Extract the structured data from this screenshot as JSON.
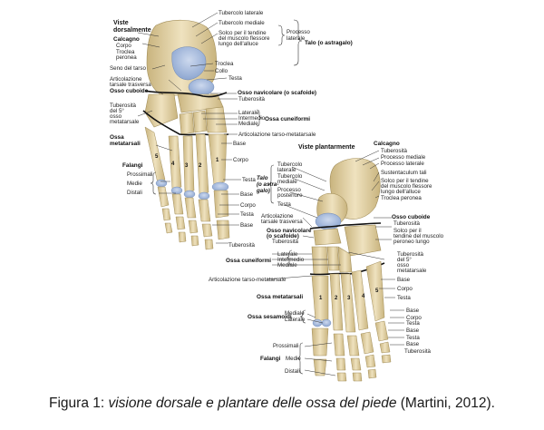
{
  "dorsal": {
    "title_1": "Viste",
    "title_2": "dorsalmente",
    "calcagno": "Calcagno",
    "calcagno_corpo": "Corpo",
    "calcagno_troclea": "Troclea",
    "calcagno_peronea": "peronea",
    "tubercolo_laterale": "Tubercolo laterale",
    "tubercolo_mediale": "Tubercolo mediale",
    "solco_1": "Solco per il tendine",
    "solco_2": "del muscolo flessore",
    "solco_3": "lungo dell'alluce",
    "processo_1": "Processo",
    "processo_2": "laterale",
    "talo": "Talo (o astragalo)",
    "seno_tarso": "Seno del tarso",
    "troclea": "Troclea",
    "collo": "Collo",
    "testa": "Testa",
    "art_trasversa_1": "Articolazione",
    "art_trasversa_2": "tarsale trasversa",
    "cuboide": "Osso cuboide",
    "navicolare": "Osso navicolare (o scafoide)",
    "tuberosita": "Tuberosità",
    "tub5_1": "Tuberosità",
    "tub5_2": "del 5°",
    "tub5_3": "osso",
    "tub5_4": "metatarsale",
    "laterale": "Laterale",
    "intermedio": "Intermedio",
    "mediale": "Mediale",
    "cuneiformi": "Ossa cuneiformi",
    "art_tm": "Articolazione tarso-metatarsale",
    "metatarsali_1": "Ossa",
    "metatarsali_2": "metatarsali",
    "base": "Base",
    "corpo": "Corpo",
    "falangi": "Falangi",
    "prossimali": "Prossimali",
    "medie": "Medie",
    "distali": "Distali",
    "f_testa": "Testa",
    "f_base": "Base",
    "f_corpo": "Corpo",
    "f_testa2": "Testa",
    "f_base2": "Base",
    "f_tuberosita": "Tuberosità",
    "toe_numbers": [
      "5",
      "4",
      "3",
      "2",
      "1"
    ]
  },
  "plantar": {
    "title": "Viste plantarmente",
    "calcagno": "Calcagno",
    "tuberosita": "Tuberosità",
    "proc_mediale": "Processo mediale",
    "proc_laterale": "Processo laterale",
    "sustentaculum": "Sustentaculum tali",
    "solco_1": "Solco per il tendine",
    "solco_2": "del muscolo flessore",
    "solco_3": "lungo dell'alluce",
    "troclea_peronea": "Troclea peronea",
    "talo_1": "Talo",
    "talo_2": "(o astra-",
    "talo_3": "galo)",
    "tub_lat_1": "Tubercolo",
    "tub_lat_2": "laterale",
    "tub_med_1": "Tubercolo",
    "tub_med_2": "mediale",
    "proc_post_1": "Processo",
    "proc_post_2": "posteriore",
    "testa": "Testa",
    "art_trasversa_1": "Articolazione",
    "art_trasversa_2": "tarsale trasversa",
    "navicolare_1": "Osso navicolare",
    "navicolare_2": "(o scafoide)",
    "navicolare_tub": "Tuberosità",
    "cuboide": "Osso cuboide",
    "cub_tub": "Tuberosità",
    "cub_solco_1": "Solco per il",
    "cub_solco_2": "tendine del muscolo",
    "cub_solco_3": "peroneo lungo",
    "laterale": "Laterale",
    "intermedio": "Intermedio",
    "mediale": "Mediale",
    "cuneiformi": "Ossa cuneiformi",
    "tub5_1": "Tuberosità",
    "tub5_2": "del 5°",
    "tub5_3": "osso",
    "tub5_4": "metatarsale",
    "art_tm": "Articolazione tarso-metatarsale",
    "base": "Base",
    "corpo": "Corpo",
    "metatarsali": "Ossa metatarsali",
    "testa_m": "Testa",
    "sesamoidi": "Ossa sesamoidi",
    "ses_mediale": "Mediale",
    "ses_laterale": "Laterale",
    "f_base": "Base",
    "f_corpo": "Corpo",
    "f_testa": "Testa",
    "f_base2": "Base",
    "f_testa2": "Testa",
    "f_base3": "Base",
    "f_tuberosita": "Tuberosità",
    "prossimali": "Prossimali",
    "falangi": "Falangi",
    "medie": "Medie",
    "distali": "Distali",
    "toe_numbers": [
      "1",
      "2",
      "3",
      "4",
      "5"
    ]
  },
  "caption": {
    "prefix": "Figura 1: ",
    "italic": "visione dorsale e plantare delle ossa del piede",
    "suffix": " (Martini, 2012)."
  },
  "colors": {
    "bone": "#e6d6ae",
    "bone_dark": "#c9b47e",
    "cartilage": "#a9bedf",
    "line": "#222222"
  }
}
